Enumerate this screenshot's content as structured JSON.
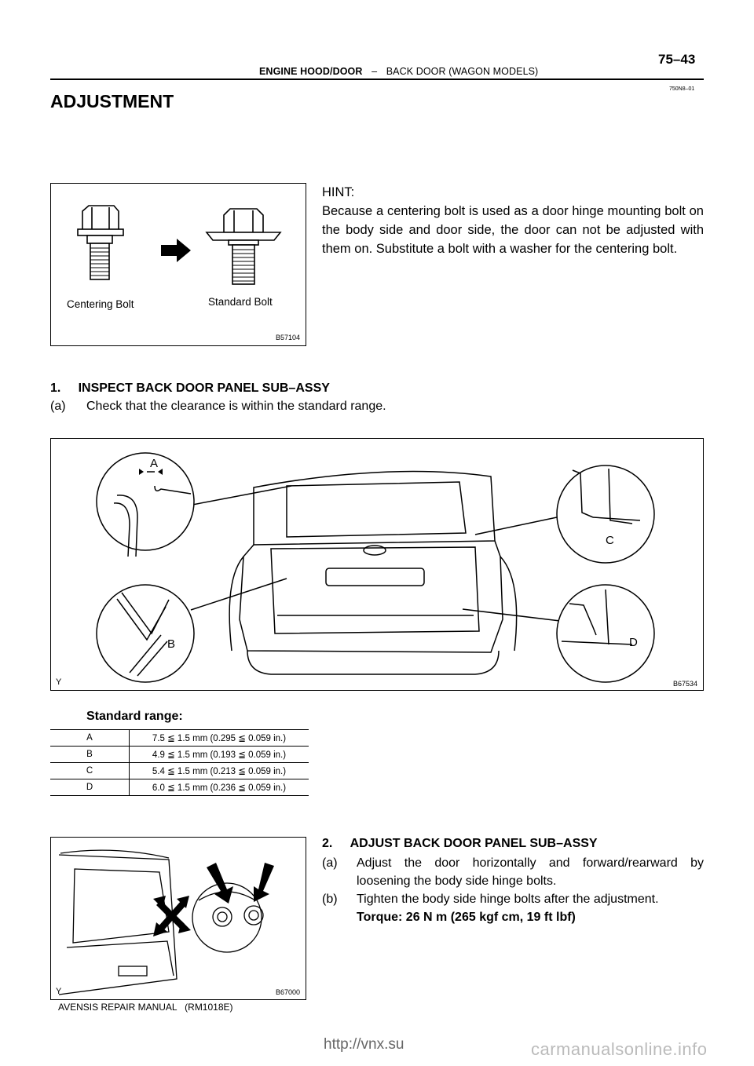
{
  "header": {
    "section": "ENGINE HOOD/DOOR",
    "separator": "–",
    "subsection": "BACK DOOR (WAGON MODELS)",
    "page_number": "75–43",
    "doc_code": "750N8–01"
  },
  "title": "ADJUSTMENT",
  "figure1": {
    "id": "B57104",
    "left_label": "Centering Bolt",
    "right_label": "Standard Bolt"
  },
  "hint": {
    "label": "HINT:",
    "text": "Because a centering bolt is used as a door hinge mounting bolt on the body side and door side, the door can not be adjusted with them on. Substitute a bolt with a washer for the centering bolt."
  },
  "step1": {
    "heading": "1.     INSPECT BACK DOOR PANEL SUB–ASSY",
    "a_marker": "(a)",
    "a_text": "Check that the clearance is within the standard range."
  },
  "figure2": {
    "id": "B67534",
    "corner_mark": "Y",
    "callouts": [
      "A",
      "B",
      "C",
      "D"
    ]
  },
  "standard_range": {
    "label": "Standard range:",
    "rows": [
      {
        "key": "A",
        "value": "7.5  ≦  1.5 mm (0.295  ≦  0.059 in.)"
      },
      {
        "key": "B",
        "value": "4.9  ≦  1.5 mm (0.193  ≦  0.059 in.)"
      },
      {
        "key": "C",
        "value": "5.4  ≦  1.5 mm (0.213  ≦  0.059 in.)"
      },
      {
        "key": "D",
        "value": "6.0  ≦  1.5 mm (0.236  ≦  0.059 in.)"
      }
    ]
  },
  "step2": {
    "heading": "2.     ADJUST BACK DOOR PANEL SUB–ASSY",
    "a_marker": "(a)",
    "a_text": "Adjust the door horizontally and forward/rearward by loosening the body side hinge bolts.",
    "b_marker": "(b)",
    "b_text": "Tighten the body side hinge bolts after the adjustment.",
    "torque": "Torque: 26 N m (265 kgf cm, 19 ft lbf)"
  },
  "figure3": {
    "id": "B67000",
    "corner_mark": "Y"
  },
  "footer": {
    "manual": "AVENSIS REPAIR MANUAL   (RM1018E)",
    "watermark1": "http://vnx.su",
    "watermark2": "carmanualsonline.info"
  }
}
